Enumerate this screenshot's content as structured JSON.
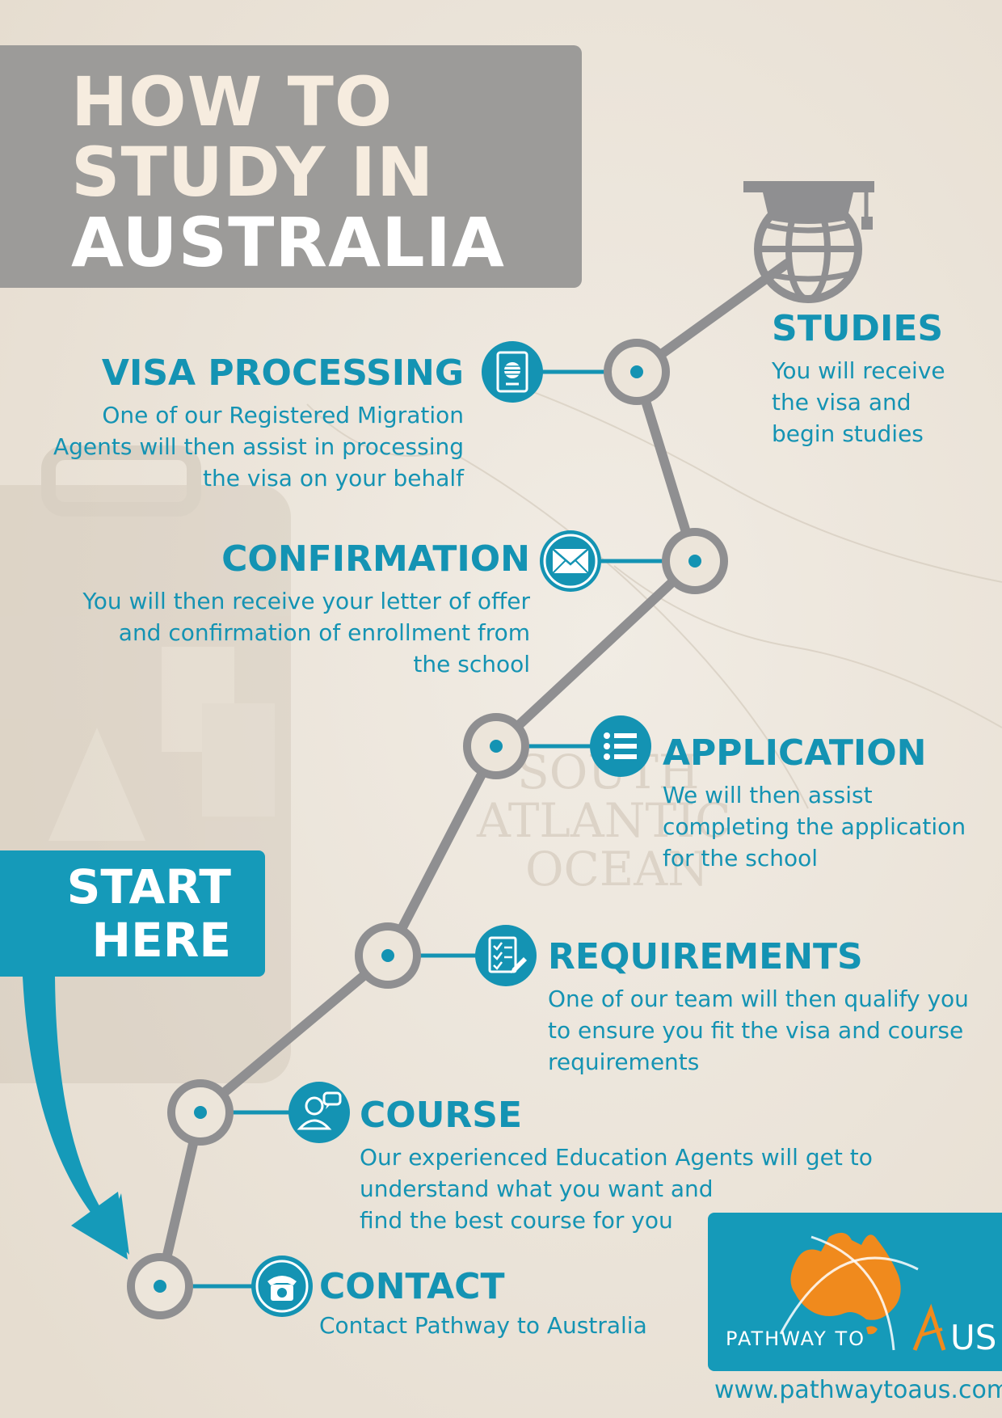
{
  "title": {
    "line1": "HOW TO",
    "line2": "STUDY IN",
    "line3": "AUSTRALIA"
  },
  "start": {
    "line1": "START",
    "line2": "HERE"
  },
  "colors": {
    "accent": "#1493b3",
    "path": "#8f8f91",
    "title_box": "#9c9b99",
    "logo_orange": "#f08a1d",
    "background": "#ece6db"
  },
  "steps": {
    "studies": {
      "icon": "graduation-globe-icon",
      "title": "STUDIES",
      "lines": [
        "You will receive",
        "the visa and",
        "begin studies"
      ]
    },
    "visa": {
      "icon": "passport-icon",
      "title": "VISA PROCESSING",
      "lines": [
        "One of our Registered Migration",
        "Agents will then assist in processing",
        "the visa on your behalf"
      ]
    },
    "confirmation": {
      "icon": "envelope-icon",
      "title": "CONFIRMATION",
      "lines": [
        "You will then receive your letter of offer",
        "and confirmation of enrollment from",
        "the school"
      ]
    },
    "application": {
      "icon": "list-icon",
      "title": "APPLICATION",
      "lines": [
        "We will then assist",
        "completing the application",
        "for the school"
      ]
    },
    "requirements": {
      "icon": "checklist-icon",
      "title": "REQUIREMENTS",
      "lines": [
        "One of our team will then qualify you",
        "to ensure you fit the visa and course",
        "requirements"
      ]
    },
    "course": {
      "icon": "user-chat-icon",
      "title": "COURSE",
      "lines": [
        "Our experienced Education Agents will get to",
        "understand what you want and",
        "find the best course for you"
      ]
    },
    "contact": {
      "icon": "telephone-icon",
      "title": "CONTACT",
      "lines": [
        "Contact Pathway to Australia"
      ]
    }
  },
  "logo": {
    "text_left": "PATHWAY TO",
    "text_right": "US",
    "letter": "A"
  },
  "website": "www.pathwaytoaus.com"
}
